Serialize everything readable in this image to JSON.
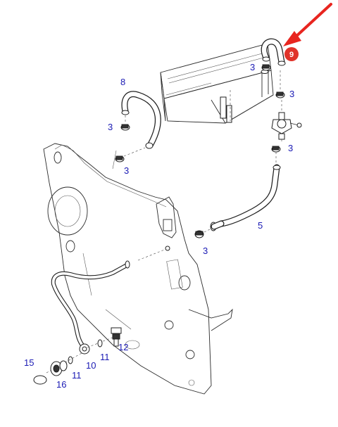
{
  "callouts": {
    "c3_a": "3",
    "c3_b": "3",
    "c3_c": "3",
    "c3_d": "3",
    "c3_e": "3",
    "c3_f": "3",
    "c5": "5",
    "c8": "8",
    "c9": "9",
    "c10": "10",
    "c11_a": "11",
    "c11_b": "11",
    "c12": "12",
    "c15": "15",
    "c16": "16"
  },
  "colors": {
    "callout_text": "#1a1ab4",
    "highlight_arrow": "#e8251f",
    "highlight_badge": "#e0332a",
    "line_art": "#1f1f1f"
  },
  "icons": {
    "highlight_pointer": "red-arrow-icon",
    "highlight_badge": "red-circle-badge-icon"
  }
}
